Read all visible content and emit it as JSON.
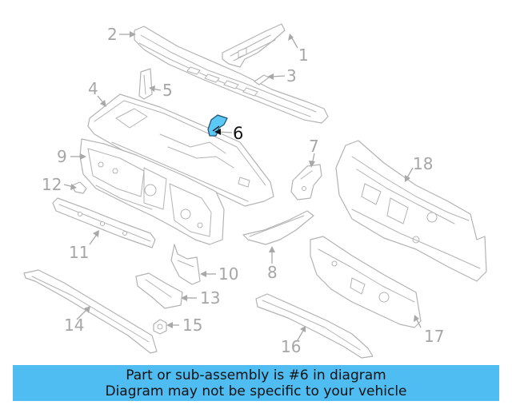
{
  "callouts": {
    "c1": "1",
    "c2": "2",
    "c3": "3",
    "c4": "4",
    "c5": "5",
    "c6": "6",
    "c7": "7",
    "c8": "8",
    "c9": "9",
    "c10": "10",
    "c11": "11",
    "c12": "12",
    "c13": "13",
    "c14": "14",
    "c15": "15",
    "c16": "16",
    "c17": "17",
    "c18": "18"
  },
  "highlighted_part": "6",
  "colors": {
    "highlight": "#5bc8f5",
    "banner": "#4fbcf2",
    "line_art": "#b3b3b3"
  },
  "banner": {
    "line1": "Part or sub-assembly is #6 in diagram",
    "line2": "Diagram may not be specific to your vehicle"
  }
}
